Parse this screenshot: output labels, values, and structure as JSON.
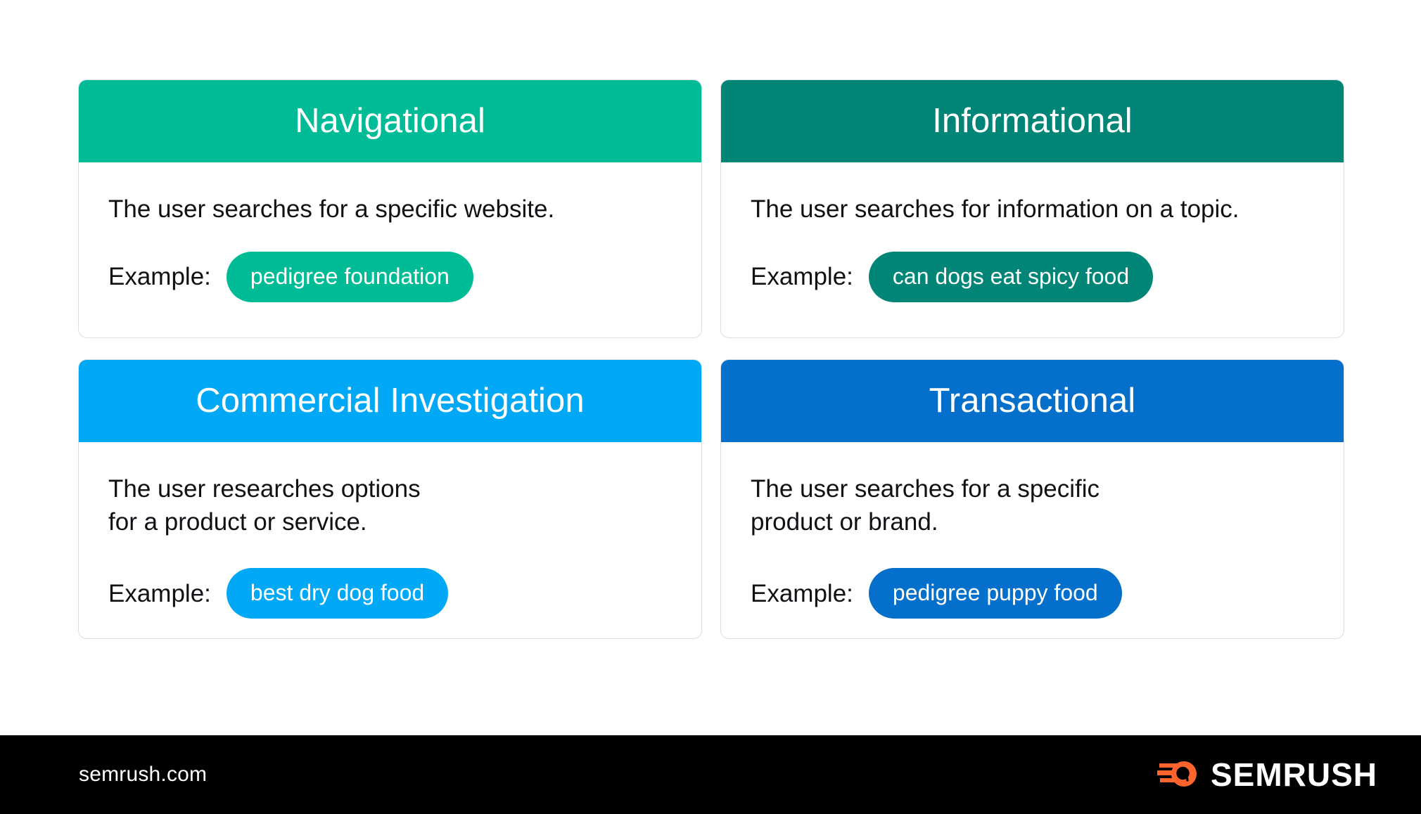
{
  "page": {
    "background": "#ffffff"
  },
  "cards": [
    {
      "id": "navigational",
      "title": "Navigational",
      "description": "The user searches for a specific website.",
      "example_label": "Example:",
      "example_query": "pedigree foundation",
      "color": "#00bc96"
    },
    {
      "id": "informational",
      "title": "Informational",
      "description": "The user searches for information on a topic.",
      "example_label": "Example:",
      "example_query": "can dogs eat spicy food",
      "color": "#008577"
    },
    {
      "id": "commercial-investigation",
      "title": "Commercial Investigation",
      "description": "The user researches options\nfor a product or service.",
      "example_label": "Example:",
      "example_query": "best dry dog food",
      "color": "#00a8f5"
    },
    {
      "id": "transactional",
      "title": "Transactional",
      "description": "The user searches for a specific\nproduct or brand.",
      "example_label": "Example:",
      "example_query": "pedigree puppy food",
      "color": "#0470cc"
    }
  ],
  "footer": {
    "url": "semrush.com",
    "brand_name": "SEMRUSH",
    "brand_icon": "semrush-comet-icon",
    "background": "#000000",
    "accent": "#ff642d"
  }
}
